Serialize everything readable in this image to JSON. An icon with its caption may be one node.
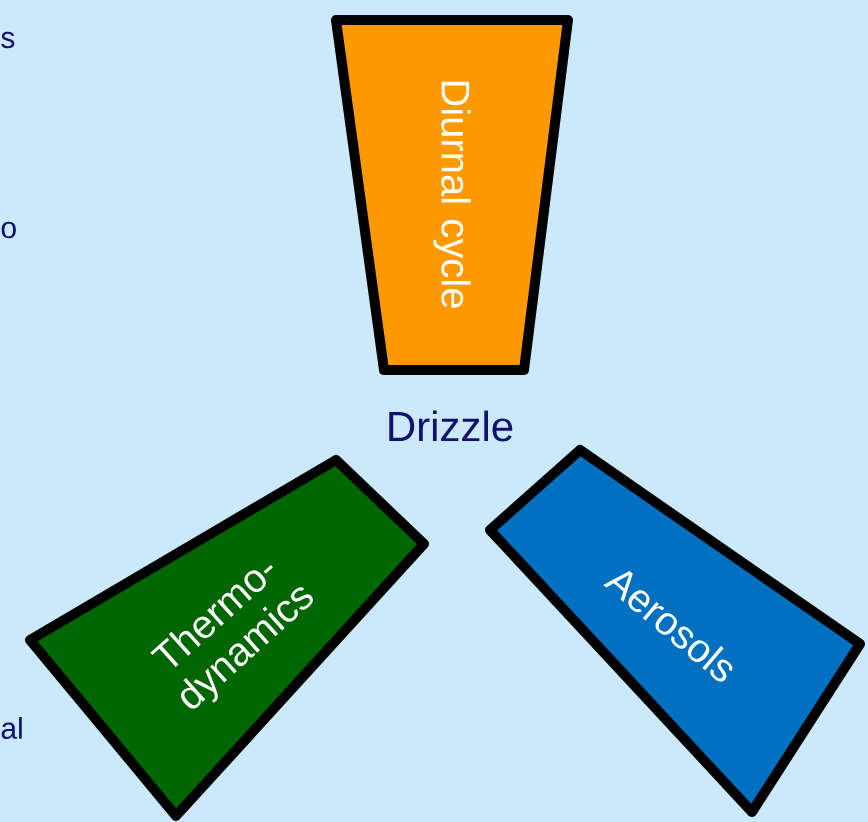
{
  "diagram": {
    "nodes": [
      {
        "text": [
          "Diurnal cycle"
        ]
      },
      {
        "text": [
          "Thermo- dynamics"
        ]
      },
      {
        "text": [
          "Aerosols"
        ]
      }
    ],
    "labels": [
      "s",
      "o",
      "Drizzle",
      "al"
    ]
  }
}
